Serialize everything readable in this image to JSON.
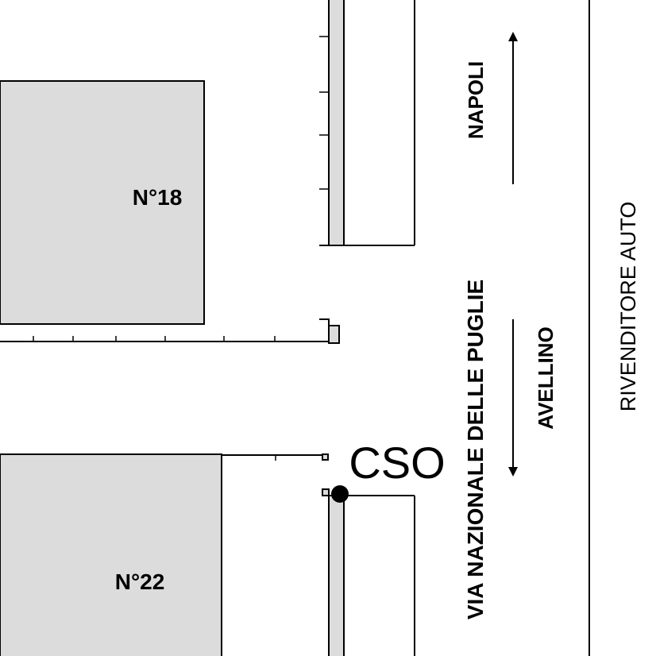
{
  "colors": {
    "building_fill": "#dcdcdc",
    "line": "#000000",
    "background": "#ffffff"
  },
  "buildings": {
    "n18": "N°18",
    "n22": "N°22"
  },
  "directions": {
    "napoli": "NAPOLI",
    "avellino": "AVELLINO"
  },
  "street": "VIA NAZIONALE DELLE PUGLIE",
  "dealer": "RIVENDITORE AUTO",
  "marker": {
    "label": "CSO"
  }
}
